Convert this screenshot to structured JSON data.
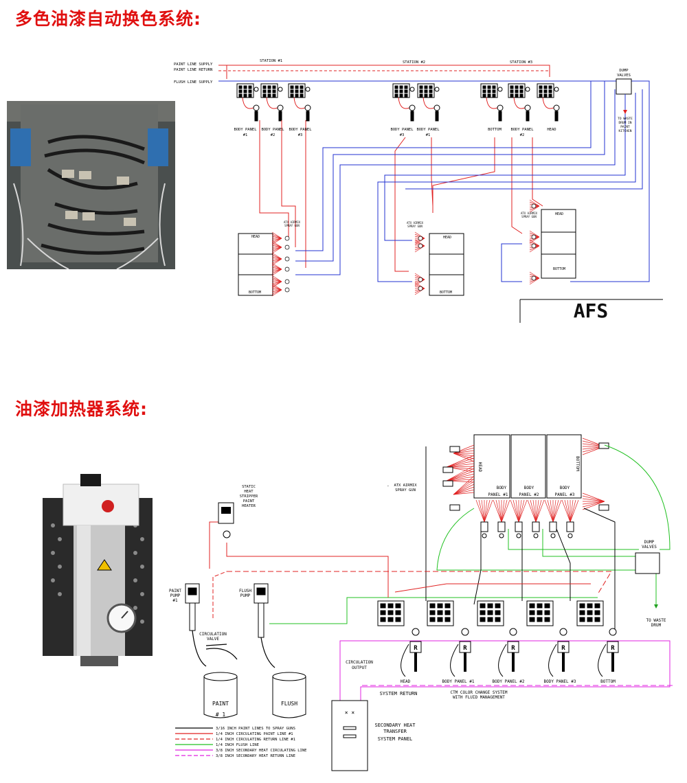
{
  "headings": {
    "color_change": "多色油漆自动换色系统:",
    "heater": "油漆加热器系统:"
  },
  "top_diagram": {
    "supply_labels": [
      "PAINT LINE SUPPLY",
      "PAINT LINE RETURN",
      "FLUSH LINE SUPPLY"
    ],
    "stations": [
      "STATION #1",
      "STATION #2",
      "STATION #3"
    ],
    "station1_labels": [
      [
        "BODY PANEL",
        "#1"
      ],
      [
        "BODY PANEL",
        "#2"
      ],
      [
        "BODY PANEL",
        "#3"
      ]
    ],
    "station2_labels": [
      [
        "BODY PANEL",
        "#3"
      ],
      [
        "BODY PANEL",
        "#1"
      ]
    ],
    "station3_labels": [
      [
        "BOTTOM",
        ""
      ],
      [
        "BODY PANEL",
        "#2"
      ],
      [
        "HEAD",
        ""
      ]
    ],
    "dump_valves": [
      "DUMP",
      "VALVES"
    ],
    "waste_note": [
      "TO WASTE",
      "DRUM IN",
      "PAINT",
      "KITCHEN"
    ],
    "gun_note": [
      "ATX AIRMIX",
      "SPRAY GUN"
    ],
    "booth_head": "HEAD",
    "booth_bottom": "BOTTOM",
    "logo": "AFS"
  },
  "bottom_diagram": {
    "gun_note": [
      "ATX AIRMIX",
      "SPRAY GUN"
    ],
    "booths": [
      [
        "HEAD",
        ""
      ],
      [
        "BODY",
        "PANEL #1"
      ],
      [
        "BODY",
        "PANEL #2"
      ],
      [
        "BODY",
        "PANEL #3"
      ],
      [
        "BOTTOM",
        ""
      ]
    ],
    "heater": [
      "STATIC",
      "HEAT",
      "STRIPPER",
      "PAINT",
      "HEATER"
    ],
    "paint_pump": [
      "PAINT",
      "PUMP",
      "#1"
    ],
    "flush_pump": [
      "FLUSH",
      "PUMP"
    ],
    "circ_valve": [
      "CIRCULATION",
      "VALVE"
    ],
    "dump_valves": [
      "DUMP",
      "VALVES"
    ],
    "to_waste": [
      "TO WASTE",
      "DRUM"
    ],
    "circ_output": [
      "CIRCULATION",
      "OUTPUT"
    ],
    "regulator_letter": "R",
    "station_labels": [
      "HEAD",
      "BODY PANEL #1",
      "BODY PANEL #2",
      "BODY PANEL #3",
      "BOTTOM"
    ],
    "system_return": "SYSTEM RETURN",
    "ctm": [
      "CTM COLOR CHANGE SYSTEM",
      "WITH FLUID MANAGEMENT"
    ],
    "drum_paint": [
      "PAINT",
      "# 1"
    ],
    "drum_flush": "FLUSH",
    "panel_marks": "× ×",
    "secondary_panel": [
      "SECONDARY HEAT",
      "TRANSFER",
      "SYSTEM PANEL"
    ],
    "legend": [
      {
        "label": "3/16 INCH PAINT LINES TO SPRAY GUNS",
        "color": "#000000",
        "style": "solid"
      },
      {
        "label": "1/4 INCH CIRCULATING PAINT LINE #1",
        "color": "#e02020",
        "style": "solid"
      },
      {
        "label": "1/4 INCH CIRCULATING RETURN LINE #1",
        "color": "#e02020",
        "style": "dashed"
      },
      {
        "label": "1/4 INCH FLUSH LINE",
        "color": "#20c020",
        "style": "solid"
      },
      {
        "label": "3/8 INCH SECONDARY HEAT CIRCULATING LINE",
        "color": "#e020e0",
        "style": "solid"
      },
      {
        "label": "3/8 INCH SECONDARY HEAT RETURN LINE",
        "color": "#e020e0",
        "style": "dashed"
      }
    ]
  }
}
